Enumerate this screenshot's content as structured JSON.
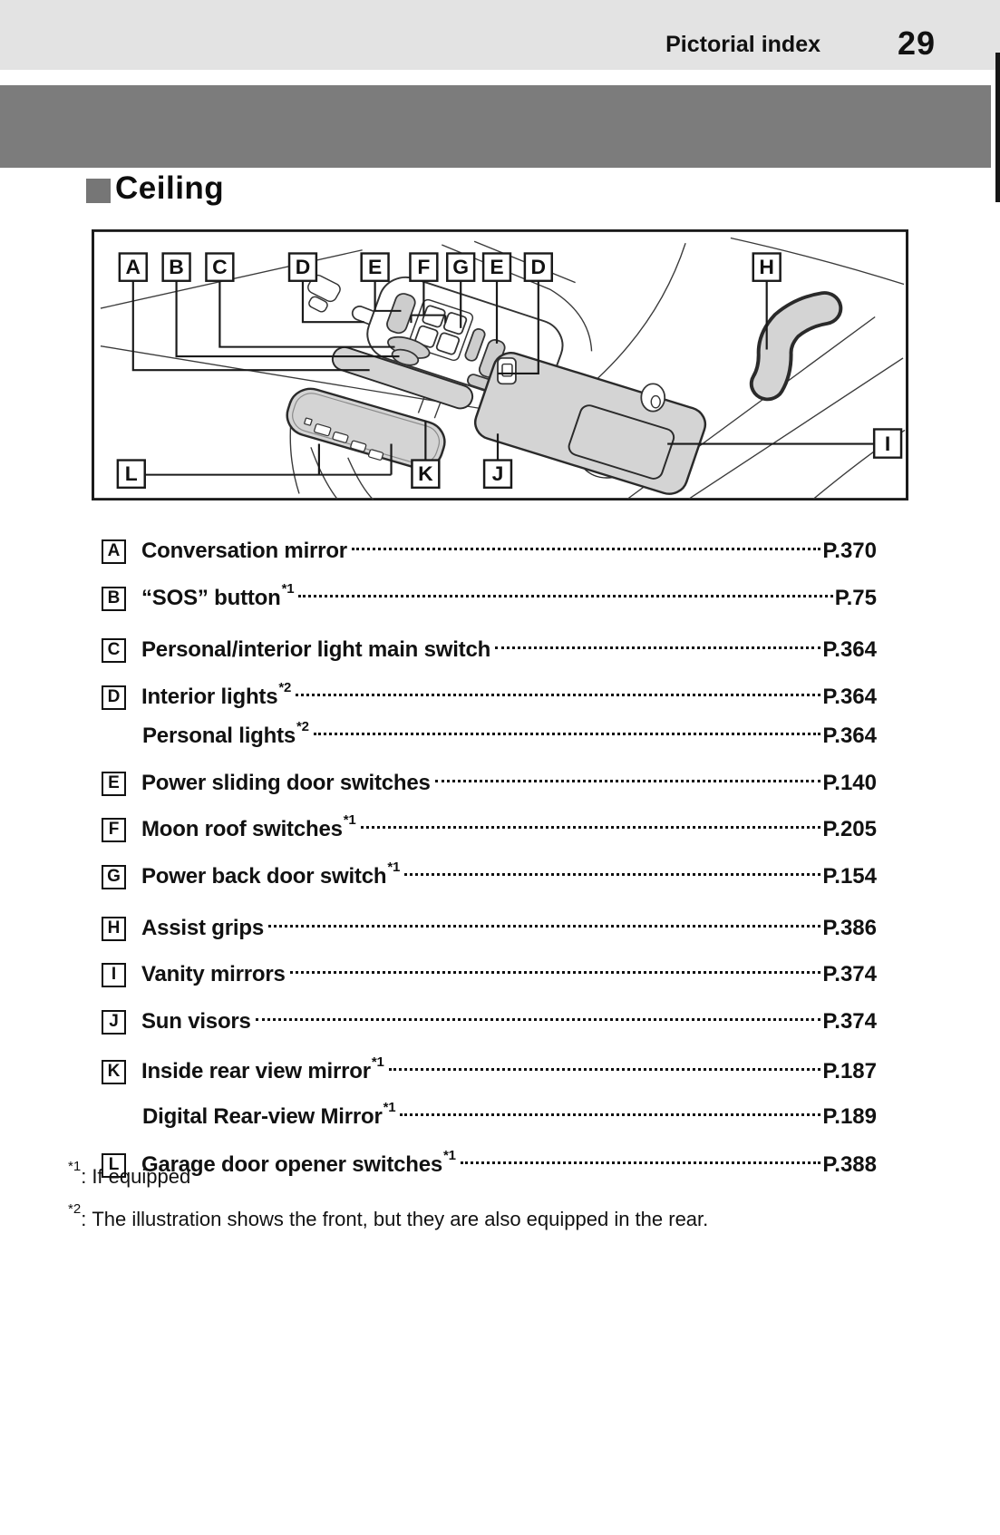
{
  "header": {
    "title": "Pictorial index",
    "page_number": "29"
  },
  "section": {
    "title": "Ceiling"
  },
  "colors": {
    "header_bar": "#e3e3e3",
    "chapter_banner": "#7c7c7c",
    "section_marker": "#767676",
    "diagram_gray": "#d4d4d4",
    "line": "#1a1a1a"
  },
  "diagram": {
    "callouts": [
      "A",
      "B",
      "C",
      "D",
      "E",
      "F",
      "G",
      "E",
      "D",
      "H",
      "L",
      "K",
      "J",
      "I"
    ]
  },
  "index": {
    "items": [
      {
        "label": "A",
        "entries": [
          {
            "text": "Conversation mirror",
            "sup": "",
            "page": "P.370"
          }
        ]
      },
      {
        "label": "B",
        "entries": [
          {
            "text": "“SOS” button",
            "sup": "*1",
            "page": "P.75"
          }
        ]
      },
      {
        "label": "C",
        "entries": [
          {
            "text": "Personal/interior light main switch",
            "sup": "",
            "page": "P.364"
          }
        ]
      },
      {
        "label": "D",
        "entries": [
          {
            "text": "Interior lights",
            "sup": "*2",
            "page": "P.364"
          },
          {
            "text": "Personal lights",
            "sup": "*2",
            "page": "P.364"
          }
        ]
      },
      {
        "label": "E",
        "entries": [
          {
            "text": "Power sliding door switches",
            "sup": "",
            "page": "P.140"
          }
        ]
      },
      {
        "label": "F",
        "entries": [
          {
            "text": "Moon roof switches",
            "sup": "*1",
            "page": "P.205"
          }
        ]
      },
      {
        "label": "G",
        "entries": [
          {
            "text": "Power back door switch",
            "sup": "*1",
            "page": "P.154"
          }
        ]
      },
      {
        "label": "H",
        "entries": [
          {
            "text": "Assist grips",
            "sup": "",
            "page": "P.386"
          }
        ]
      },
      {
        "label": "I",
        "entries": [
          {
            "text": "Vanity mirrors",
            "sup": "",
            "page": "P.374"
          }
        ]
      },
      {
        "label": "J",
        "entries": [
          {
            "text": "Sun visors",
            "sup": "",
            "page": "P.374"
          }
        ]
      },
      {
        "label": "K",
        "entries": [
          {
            "text": "Inside rear view mirror",
            "sup": "*1",
            "page": "P.187"
          },
          {
            "text": "Digital Rear-view Mirror",
            "sup": "*1",
            "page": "P.189"
          }
        ]
      },
      {
        "label": "L",
        "entries": [
          {
            "text": "Garage door opener switches",
            "sup": "*1",
            "page": "P.388"
          }
        ]
      }
    ]
  },
  "footnotes": [
    {
      "marker": "*1",
      "separator": ":",
      "text": "If equipped"
    },
    {
      "marker": "*2",
      "separator": ":",
      "text": "The illustration shows the front, but they are also equipped in the rear."
    }
  ]
}
